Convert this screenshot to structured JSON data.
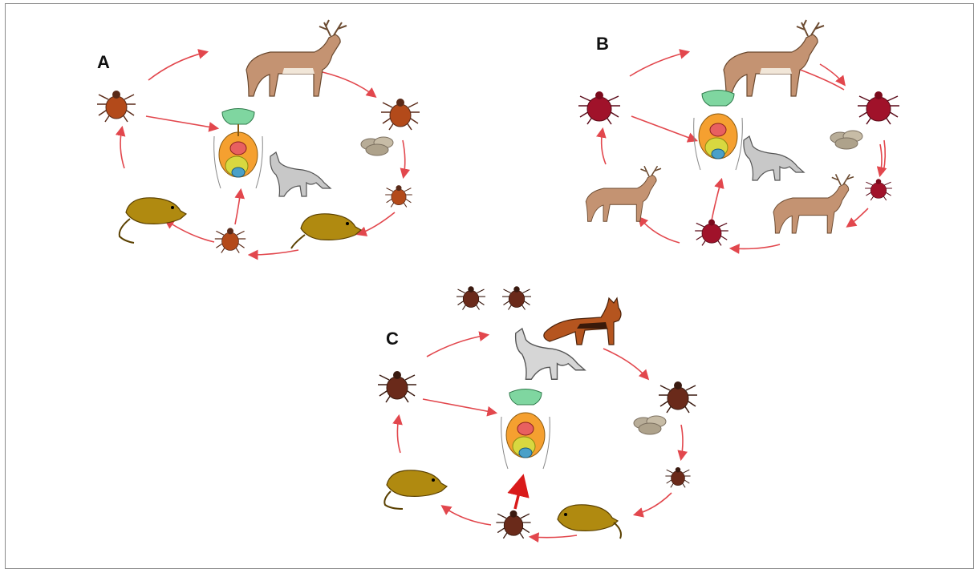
{
  "panels": [
    {
      "id": "A",
      "label": "A"
    },
    {
      "id": "B",
      "label": "B"
    },
    {
      "id": "C",
      "label": "C"
    }
  ],
  "colors": {
    "arrow": "#e2474d",
    "arrow_strong": "#d91a1a",
    "deer": "#c49372",
    "tick_orange": "#b34a1a",
    "tick_red": "#a0122a",
    "tick_brown": "#6a2a1a",
    "rodent": "#b08a10",
    "wolf": "#c8c8c8",
    "fox": "#b5551f",
    "eggs": "#b8ad98",
    "organs_green": "#7fd6a0",
    "organs_orange": "#f5a030"
  },
  "icons": [
    "deer-icon",
    "tick-icon",
    "rodent-icon",
    "wolf-icon",
    "fox-icon",
    "egg-cluster-icon",
    "human-anatomy-icon"
  ]
}
